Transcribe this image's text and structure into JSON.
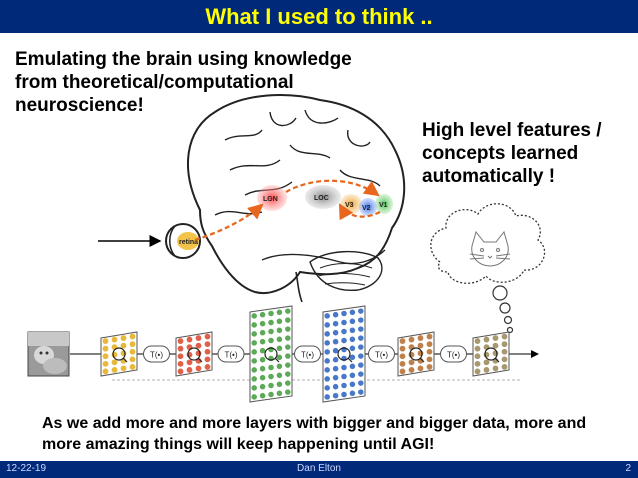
{
  "slide": {
    "title": "What I used to think ..",
    "intro_text": "Emulating the brain using knowledge from theoretical/computational neuroscience!",
    "features_text": "High level features / concepts learned automatically !",
    "bottom_text": "As we add more and more layers with bigger and bigger data, more and more amazing things will keep happening until AGI!"
  },
  "brain_labels": {
    "retina": "retina",
    "lgn": "LGN",
    "loc": "LOC",
    "v3": "V3",
    "v2": "V2",
    "v1": "V1"
  },
  "network": {
    "transform_label": "T(•)"
  },
  "footer": {
    "date": "12-22-19",
    "author": "Dan Elton",
    "page": "2"
  },
  "colors": {
    "title_bar": "#00297a",
    "title_text": "#ffff00",
    "layer_1": "#e8b838",
    "layer_2": "#e0604a",
    "layer_3": "#5caa58",
    "layer_4": "#4a78c8",
    "layer_5": "#c0804a",
    "layer_6": "#a89870"
  }
}
